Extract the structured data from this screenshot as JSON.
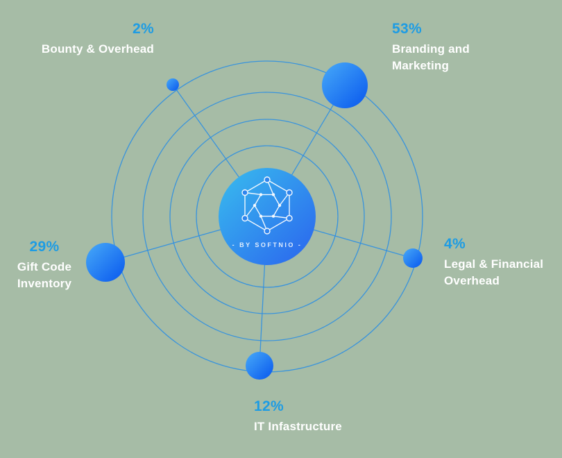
{
  "chart_data": {
    "type": "pie",
    "unit": "%",
    "categories": [
      "Branding and Marketing",
      "Gift Code Inventory",
      "IT Infastructure",
      "Legal & Financial Overhead",
      "Bounty & Overhead"
    ],
    "values": [
      53,
      29,
      12,
      4,
      2
    ],
    "title": "",
    "legend_position": "callouts-around-orbits",
    "layout_hint": "orbital bubble diagram; bubble size proportional to value; bubbles sit on outer orbit ring connected by spokes to central badge"
  },
  "callouts": [
    {
      "percent": "2%",
      "label": "Bounty & Overhead"
    },
    {
      "percent": "53%",
      "label": "Branding and Marketing"
    },
    {
      "percent": "29%",
      "label": "Gift Code Inventory"
    },
    {
      "percent": "4%",
      "label": "Legal & Financial Overhead"
    },
    {
      "percent": "12%",
      "label": "IT Infastructure"
    }
  ],
  "badge": {
    "caption": "- BY SOFTNIO -",
    "logo": "hex-network-icon"
  },
  "colors": {
    "background": "#a6bca6",
    "percent_text": "#1d9ce4",
    "label_text": "#ffffff",
    "orbit_line": "#2e8fe2",
    "bubble_gradient_from": "#47aaf8",
    "bubble_gradient_to": "#0857ee",
    "badge_gradient_from": "#39bdee",
    "badge_gradient_to": "#2a63ee"
  }
}
